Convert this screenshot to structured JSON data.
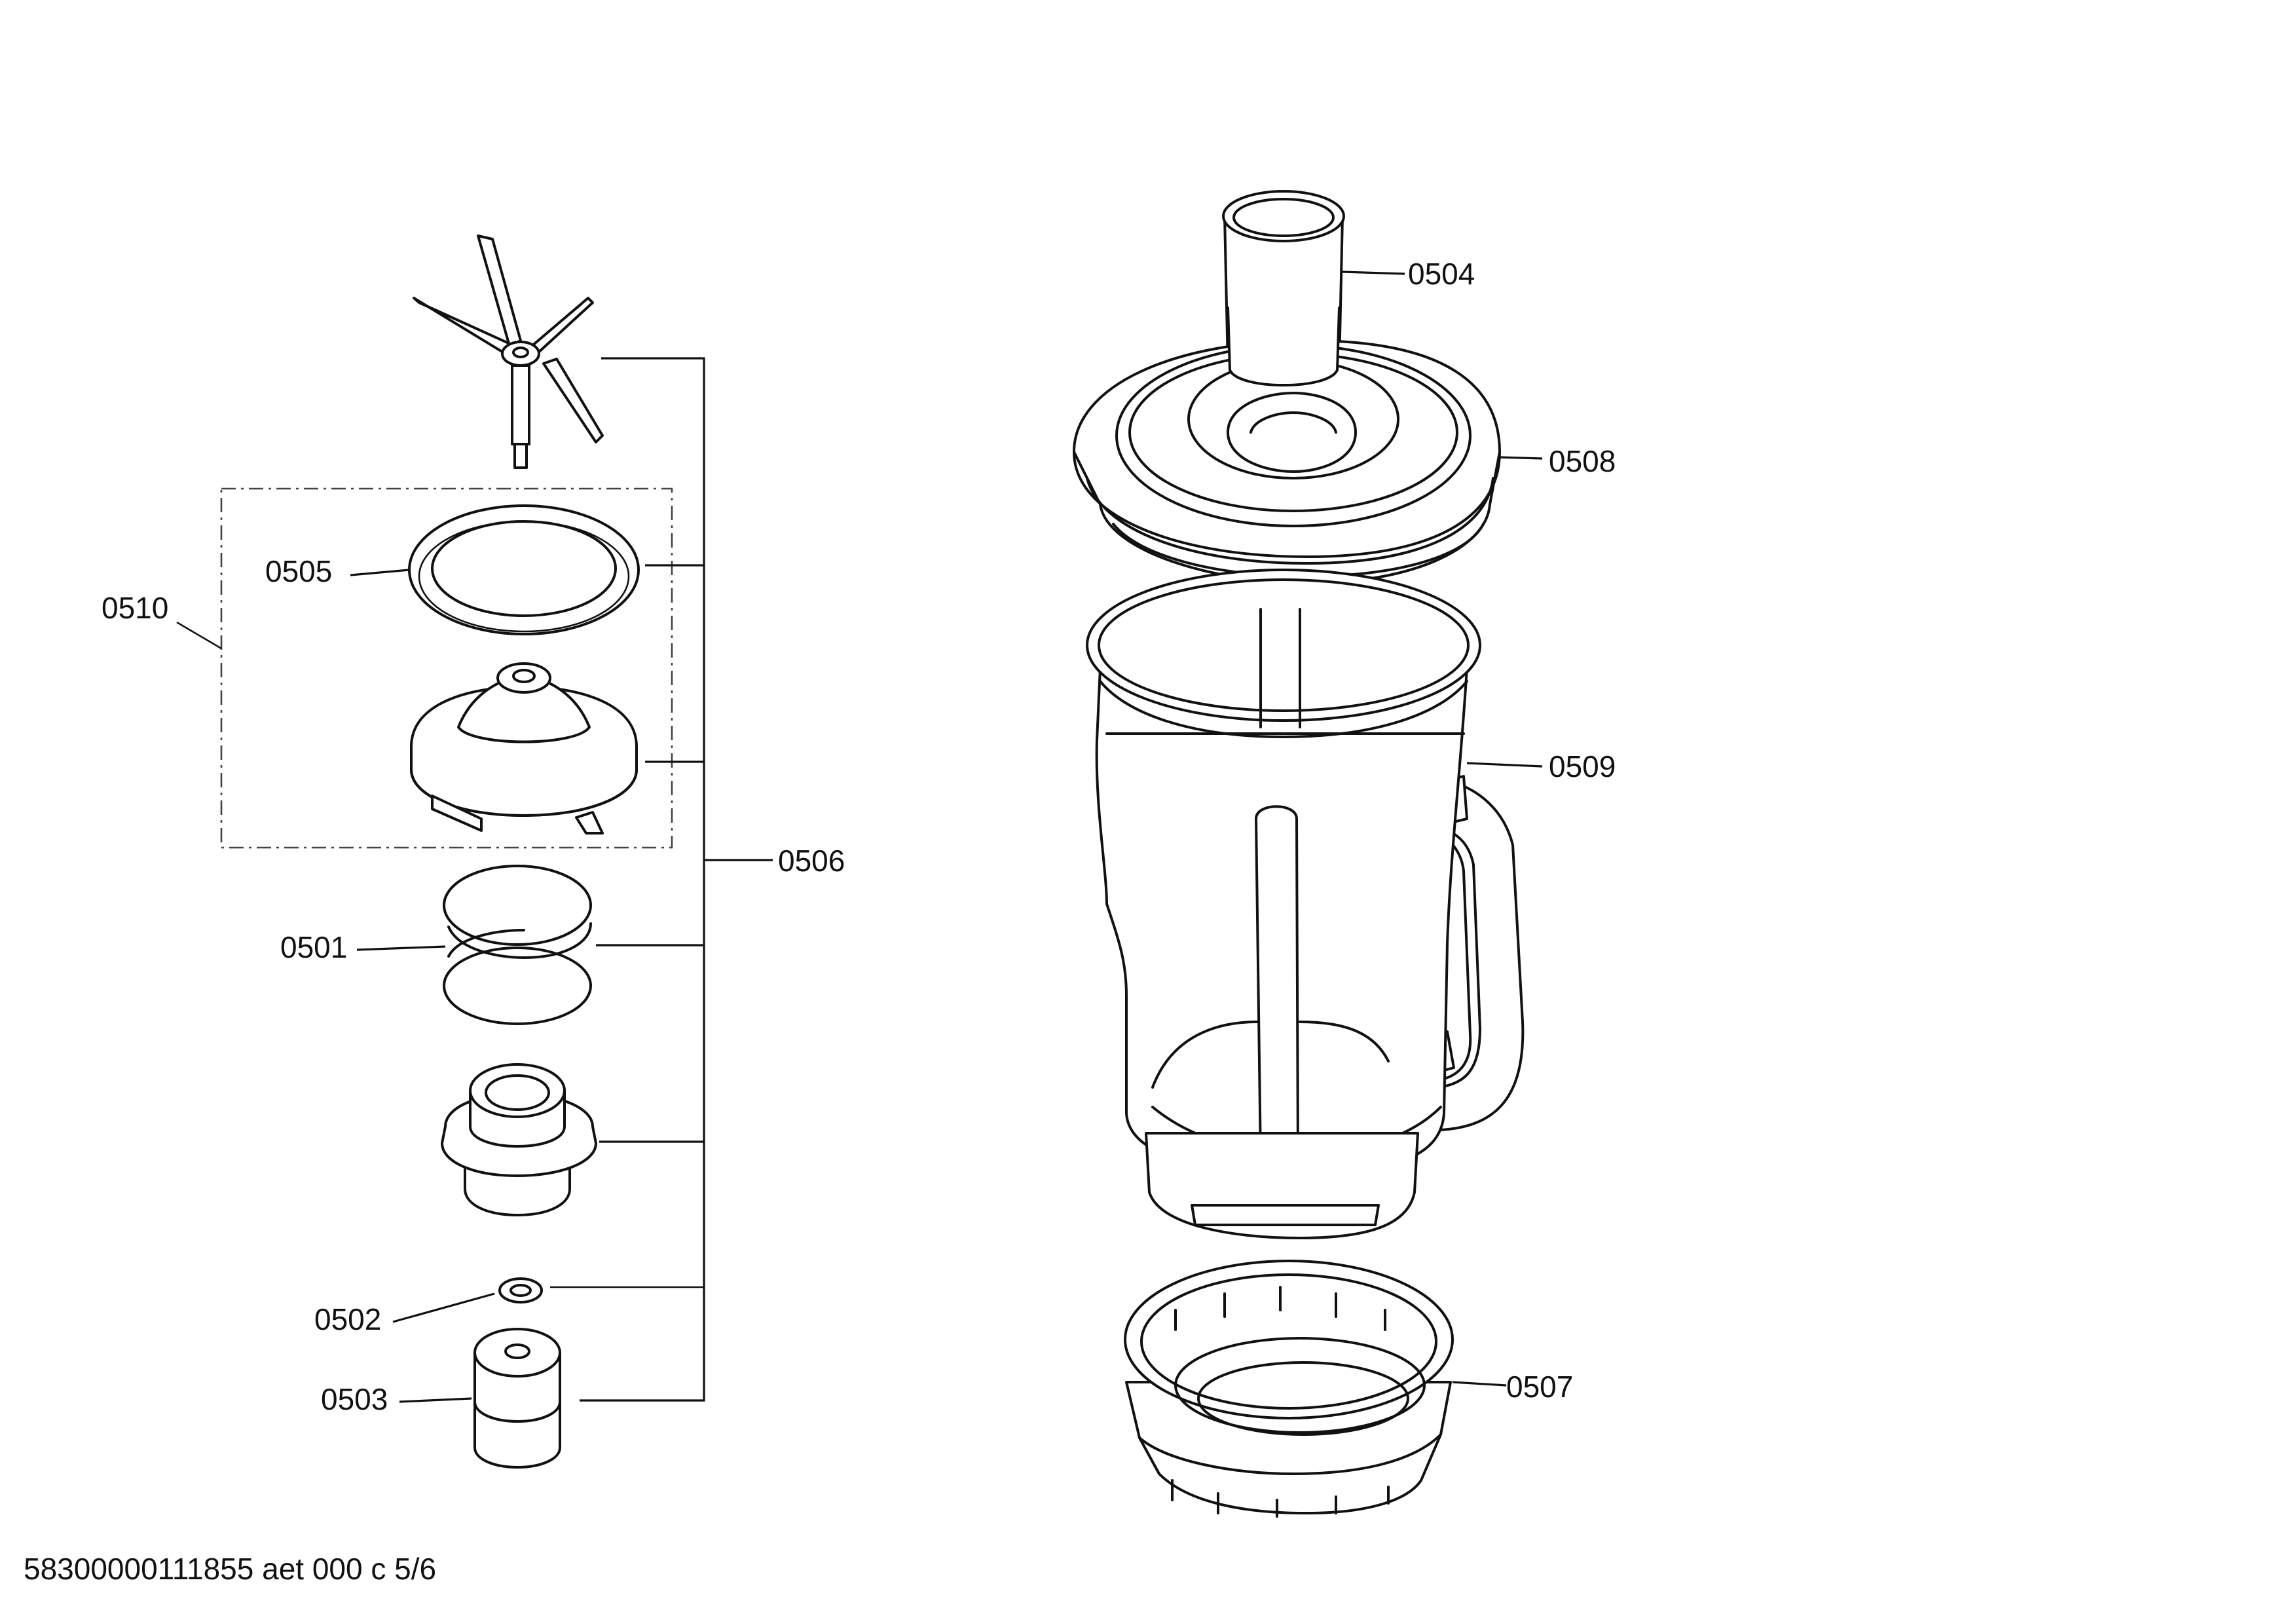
{
  "labels": {
    "p0504": "0504",
    "p0508": "0508",
    "p0509": "0509",
    "p0507": "0507",
    "p0505": "0505",
    "p0510": "0510",
    "p0506": "0506",
    "p0501": "0501",
    "p0502": "0502",
    "p0503": "0503"
  },
  "footer": "58300000111855 aet 000 c 5/6"
}
